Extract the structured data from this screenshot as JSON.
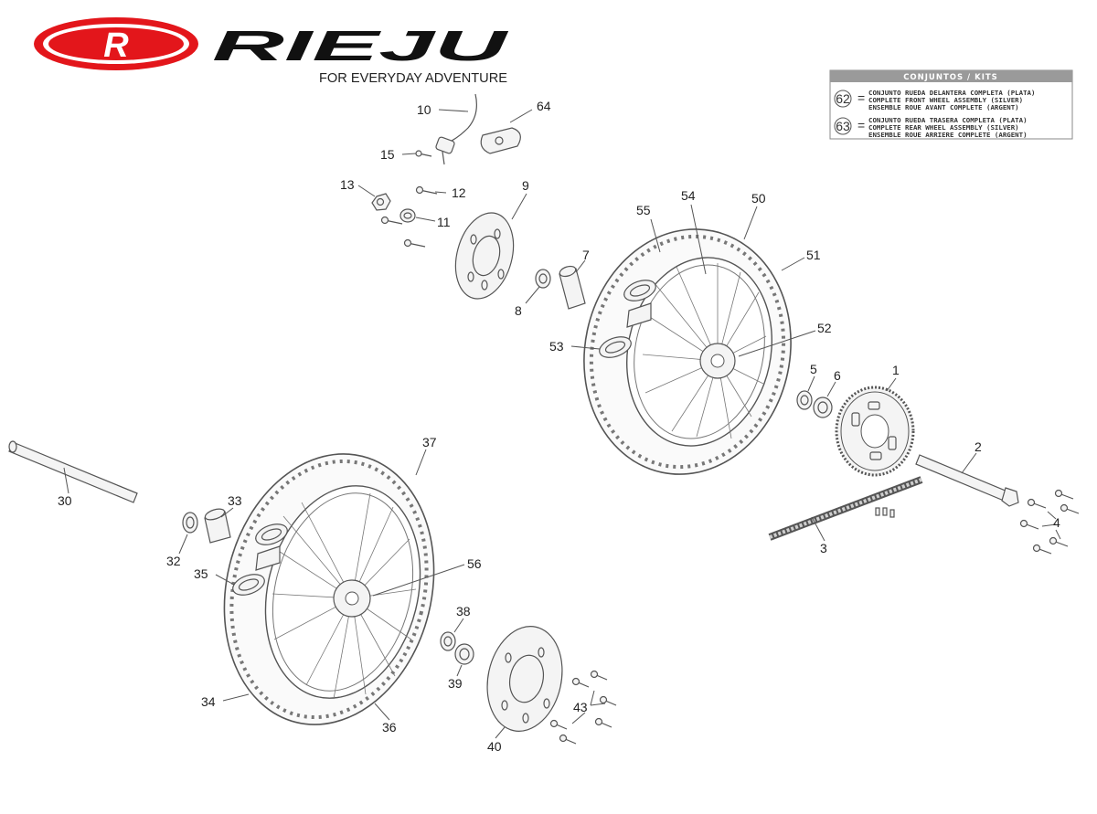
{
  "brand": {
    "name": "RIEJU",
    "tagline": "FOR EVERYDAY ADVENTURE",
    "logo_color": "#e3161b"
  },
  "kits": {
    "title": "CONJUNTOS / KITS",
    "items": [
      {
        "number": "62",
        "lines": [
          "CONJUNTO RUEDA DELANTERA COMPLETA (PLATA)",
          "COMPLETE FRONT WHEEL ASSEMBLY (SILVER)",
          "ENSEMBLE ROUE AVANT COMPLETE (ARGENT)"
        ]
      },
      {
        "number": "63",
        "lines": [
          "CONJUNTO RUEDA TRASERA COMPLETA (PLATA)",
          "COMPLETE REAR WHEEL ASSEMBLY (SILVER)",
          "ENSEMBLE ROUE ARRIERE COMPLETE (ARGENT)"
        ]
      }
    ]
  },
  "part_labels": [
    "1",
    "2",
    "3",
    "4",
    "5",
    "6",
    "7",
    "8",
    "9",
    "10",
    "11",
    "12",
    "13",
    "15",
    "30",
    "32",
    "33",
    "34",
    "35",
    "36",
    "37",
    "38",
    "39",
    "40",
    "43",
    "50",
    "51",
    "52",
    "53",
    "54",
    "55",
    "56",
    "64"
  ]
}
